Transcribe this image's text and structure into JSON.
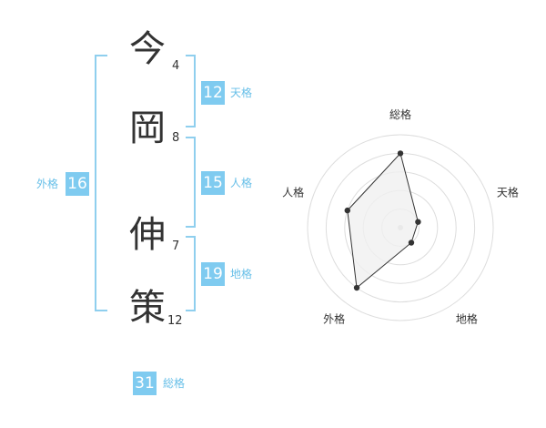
{
  "name": {
    "chars": [
      {
        "char": "今",
        "strokes": "4"
      },
      {
        "char": "岡",
        "strokes": "8"
      },
      {
        "char": "伸",
        "strokes": "7"
      },
      {
        "char": "策",
        "strokes": "12"
      }
    ]
  },
  "fortunes": {
    "tenkaku": {
      "value": "12",
      "label": "天格"
    },
    "jinkaku": {
      "value": "15",
      "label": "人格"
    },
    "chikaku": {
      "value": "19",
      "label": "地格"
    },
    "gaikaku": {
      "value": "16",
      "label": "外格"
    },
    "soukaku": {
      "value": "31",
      "label": "総格"
    }
  },
  "colors": {
    "accent": "#7fcbf0",
    "bracket": "#8fcfee",
    "radar_fill": "#f0f0f0",
    "radar_line": "#333333"
  },
  "chart_data": {
    "type": "radar",
    "axes": [
      "総格",
      "天格",
      "地格",
      "外格",
      "人格"
    ],
    "values": [
      4,
      1,
      1,
      4,
      3
    ],
    "rmax": 5,
    "grid_rings": 5
  }
}
